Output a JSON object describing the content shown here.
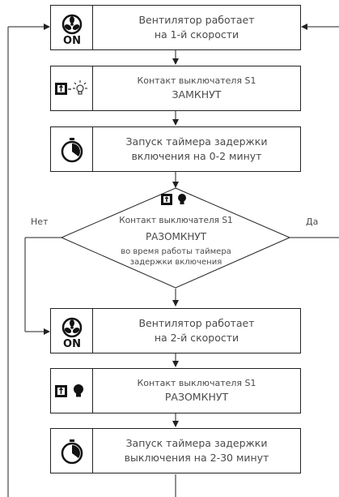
{
  "steps": [
    {
      "line1": "Вентилятор работает",
      "line2": "на 1-й скорости",
      "icon": "fan-on-icon"
    },
    {
      "line1": "Контакт выключателя S1",
      "line2": "ЗАМКНУТ",
      "icon": "switch-bulb-on-icon"
    },
    {
      "line1": "Запуск таймера задержки",
      "line2": "включения на 0-2 минут",
      "icon": "timer-icon"
    },
    {
      "line1": "Вентилятор работает",
      "line2": "на 2-й скорости",
      "icon": "fan-on-icon"
    },
    {
      "line1": "Контакт выключателя S1",
      "line2": "РАЗОМКНУТ",
      "icon": "switch-bulb-off-icon"
    },
    {
      "line1": "Запуск таймера задержки",
      "line2": "выключения на 2-30 минут",
      "icon": "timer-icon"
    }
  ],
  "decision": {
    "line1": "Контакт выключателя S1",
    "line2": "РАЗОМКНУТ",
    "line3": "во время работы таймера",
    "line4": "задержки включения",
    "icon": "switch-bulb-off-icon",
    "no_label": "Нет",
    "yes_label": "Да"
  },
  "on_label": "ON",
  "colors": {
    "line": "#222222",
    "text": "#4a4a4a"
  }
}
